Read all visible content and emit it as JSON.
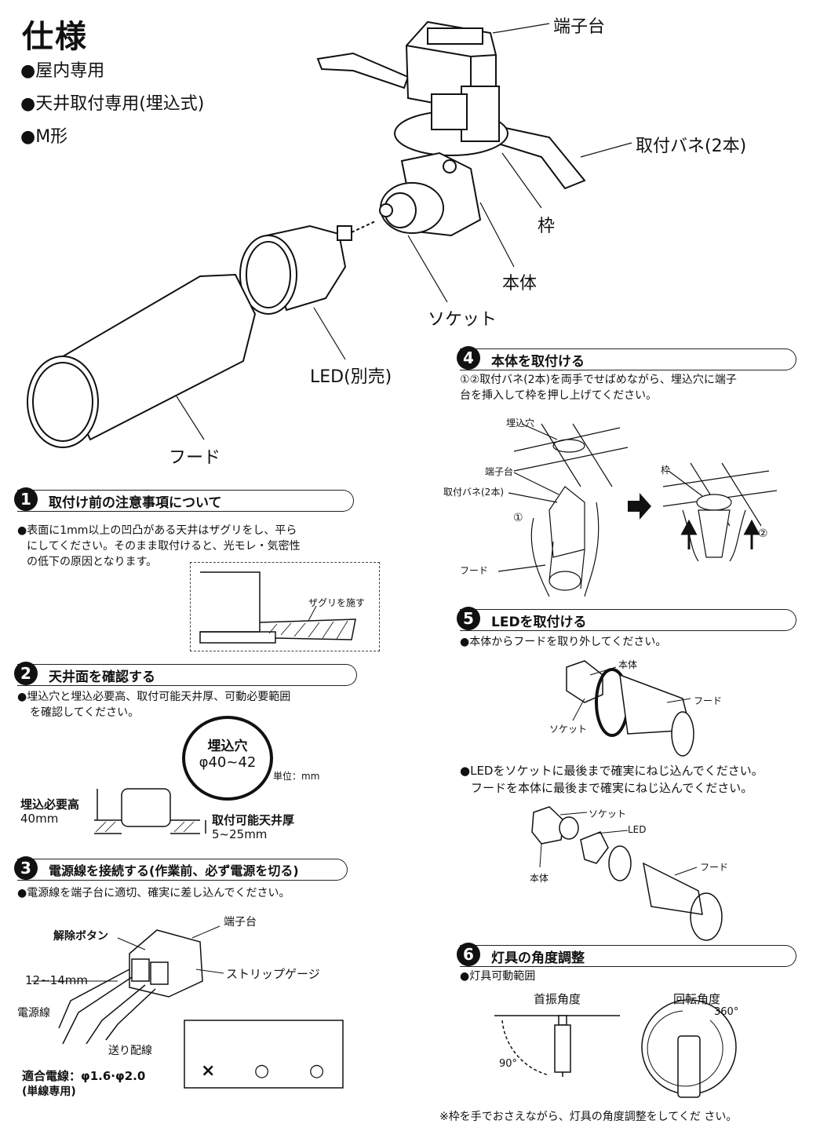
{
  "spec": {
    "title": "仕様",
    "items": [
      "●屋内専用",
      "●天井取付専用(埋込式)",
      "●M形"
    ]
  },
  "exploded": {
    "terminal": "端子台",
    "spring": "取付バネ(2本)",
    "frame": "枠",
    "body": "本体",
    "socket": "ソケット",
    "led": "LED(別売)",
    "hood": "フード"
  },
  "s1": {
    "num": "1",
    "title": "取付け前の注意事項について",
    "text1": "●表面に1mm以上の凹凸がある天井はザグリをし、平ら",
    "text2": "にしてください。そのまま取付けると、光モレ・気密性",
    "text3": "の低下の原因となります。",
    "label": "ザグリを施す"
  },
  "s2": {
    "num": "2",
    "title": "天井面を確認する",
    "text1": "●埋込穴と埋込必要高、取付可能天井厚、可動必要範囲",
    "text2": "を確認してください。",
    "hole_label": "埋込穴",
    "hole_size": "φ40~42",
    "unit": "単位：mm",
    "height_label": "埋込必要高",
    "height_value": "40mm",
    "thick_label": "取付可能天井厚",
    "thick_value": "5~25mm"
  },
  "s3": {
    "num": "3",
    "title": "電源線を接続する(作業前、必ず電源を切る)",
    "text1": "●電源線を端子台に適切、確実に差し込んでください。",
    "release": "解除ボタン",
    "terminal": "端子台",
    "strip": "ストリップゲージ",
    "strip_len": "12~14mm",
    "power": "電源線",
    "feed": "送り配線",
    "wire1": "適合電線：φ1.6·φ2.0",
    "wire2": "(単線専用)",
    "marks": [
      "×",
      "○",
      "○"
    ]
  },
  "s4": {
    "num": "4",
    "title": "本体を取付ける",
    "text1": "①②取付バネ(2本)を両手でせばめながら、埋込穴に端子",
    "text2": "台を挿入して枠を押し上げてください。",
    "hole": "埋込穴",
    "terminal": "端子台",
    "spring": "取付バネ(2本)",
    "hood": "フード",
    "frame": "枠",
    "c1": "①",
    "c2": "②"
  },
  "s5": {
    "num": "5",
    "title": "LEDを取付ける",
    "text1": "●本体からフードを取り外してください。",
    "body": "本体",
    "hood": "フード",
    "socket": "ソケット",
    "text2": "●LEDをソケットに最後まで確実にねじ込んでください。",
    "text3": "フードを本体に最後まで確実にねじ込んでください。",
    "socket2": "ソケット",
    "led": "LED",
    "body2": "本体",
    "hood2": "フード"
  },
  "s6": {
    "num": "6",
    "title": "灯具の角度調整",
    "text1": "●灯具可動範囲",
    "tilt": "首振角度",
    "rotate": "回転角度",
    "deg90": "90°",
    "deg360": "360°",
    "note": "※枠を手でおさえながら、灯具の角度調整をしてくだ さい。"
  }
}
